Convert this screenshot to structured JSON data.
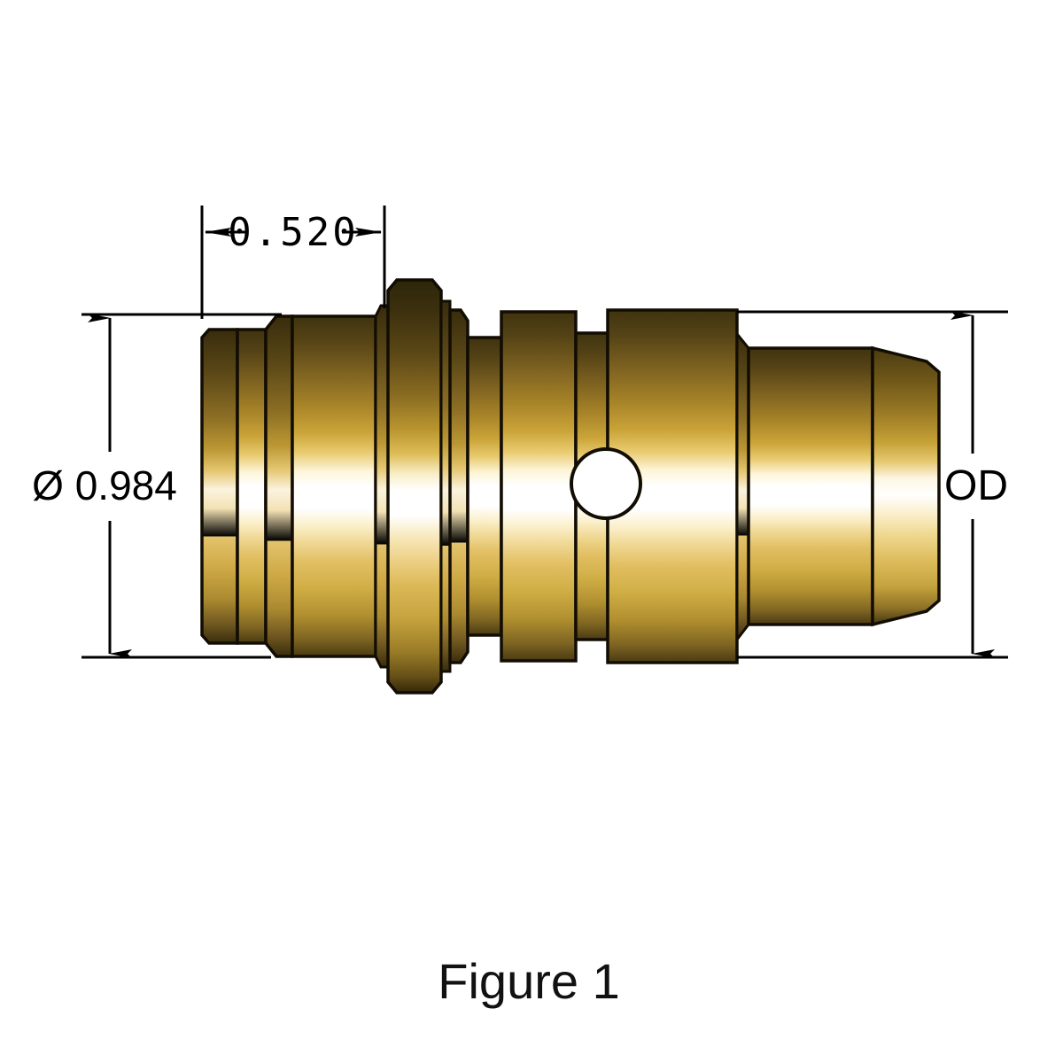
{
  "figure": {
    "caption": "Figure 1",
    "background_color": "#ffffff",
    "line_color": "#000000"
  },
  "dimensions": {
    "length": {
      "label": "0.520",
      "orientation": "horizontal",
      "position": "top-left",
      "arrow_style": "filled-triangle"
    },
    "diameter": {
      "label": "Ø 0.984",
      "symbol": "diameter-symbol",
      "value": "0.984",
      "orientation": "vertical",
      "position": "left",
      "arrow_style": "filled-triangle"
    },
    "outer_diameter": {
      "label": "OD",
      "orientation": "vertical",
      "position": "right",
      "arrow_style": "filled-triangle"
    }
  },
  "part": {
    "name": "brass-stepped-bushing",
    "material_color_dark": "#3f330f",
    "material_color_mid": "#c9a43a",
    "material_color_light": "#ffffff",
    "material_color_edge": "#120d03",
    "features": [
      {
        "name": "left-end-ring",
        "type": "cylindrical-step"
      },
      {
        "name": "first-shoulder",
        "type": "cylindrical-step"
      },
      {
        "name": "main-barrel",
        "type": "cylindrical-step"
      },
      {
        "name": "raised-flange",
        "type": "flange"
      },
      {
        "name": "flange-back-collar",
        "type": "collar"
      },
      {
        "name": "groove-one",
        "type": "groove"
      },
      {
        "name": "collar-one",
        "type": "collar"
      },
      {
        "name": "groove-two",
        "type": "groove"
      },
      {
        "name": "cross-hole",
        "type": "through-hole"
      },
      {
        "name": "rear-barrel",
        "type": "cylindrical-step"
      },
      {
        "name": "nose-chamfer",
        "type": "chamfer"
      }
    ]
  }
}
